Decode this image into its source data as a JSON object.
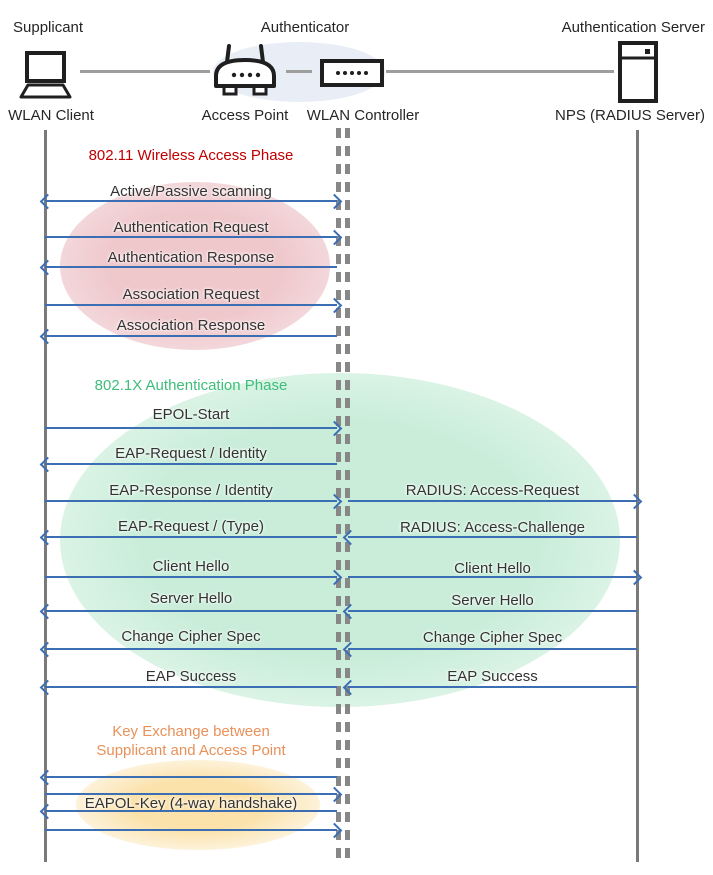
{
  "roles": {
    "supplicant": "Supplicant",
    "authenticator": "Authenticator",
    "authentication_server": "Authentication Server"
  },
  "devices": {
    "wlan_client": "WLAN Client",
    "access_point": "Access Point",
    "wlan_controller": "WLAN Controller",
    "radius_server": "NPS (RADIUS Server)"
  },
  "colors": {
    "arrow_blue": "#3c6eb4",
    "phase1_title": "#c00000",
    "phase2_title": "#3dbe7a",
    "phase3_title": "#e8915a",
    "phase1_fill": "#efc8cc",
    "phase2_fill": "#c9edd9",
    "phase3_fill": "#fbe2ab",
    "authenticator_fill": "#e9edf6",
    "lifeline_gray": "#7a7a7a"
  },
  "phase1": {
    "title": "802.11 Wireless Access Phase",
    "messages": [
      {
        "label": "Active/Passive scanning",
        "direction": "both"
      },
      {
        "label": "Authentication Request",
        "direction": "right"
      },
      {
        "label": "Authentication Response",
        "direction": "left"
      },
      {
        "label": "Association Request",
        "direction": "right"
      },
      {
        "label": "Association Response",
        "direction": "left"
      }
    ]
  },
  "phase2": {
    "title": "802.1X Authentication Phase",
    "client_messages": [
      {
        "label": "EPOL-Start",
        "direction": "right"
      },
      {
        "label": "EAP-Request / Identity",
        "direction": "left"
      },
      {
        "label": "EAP-Response / Identity",
        "direction": "right"
      },
      {
        "label": "EAP-Request / (Type)",
        "direction": "left"
      },
      {
        "label": "Client Hello",
        "direction": "right"
      },
      {
        "label": "Server Hello",
        "direction": "left"
      },
      {
        "label": "Change Cipher Spec",
        "direction": "left"
      },
      {
        "label": "EAP Success",
        "direction": "left"
      }
    ],
    "server_messages": [
      {
        "label": "RADIUS: Access-Request",
        "direction": "right"
      },
      {
        "label": "RADIUS: Access-Challenge",
        "direction": "left"
      },
      {
        "label": "Client Hello",
        "direction": "right"
      },
      {
        "label": "Server Hello",
        "direction": "left"
      },
      {
        "label": "Change Cipher Spec",
        "direction": "left"
      },
      {
        "label": "EAP Success",
        "direction": "left"
      }
    ]
  },
  "phase3": {
    "title_line1": "Key Exchange between",
    "title_line2": "Supplicant and Access Point",
    "handshake_label": "EAPOL-Key (4-way handshake)",
    "arrows": [
      {
        "direction": "left"
      },
      {
        "direction": "right"
      },
      {
        "direction": "left"
      },
      {
        "direction": "right"
      }
    ]
  }
}
